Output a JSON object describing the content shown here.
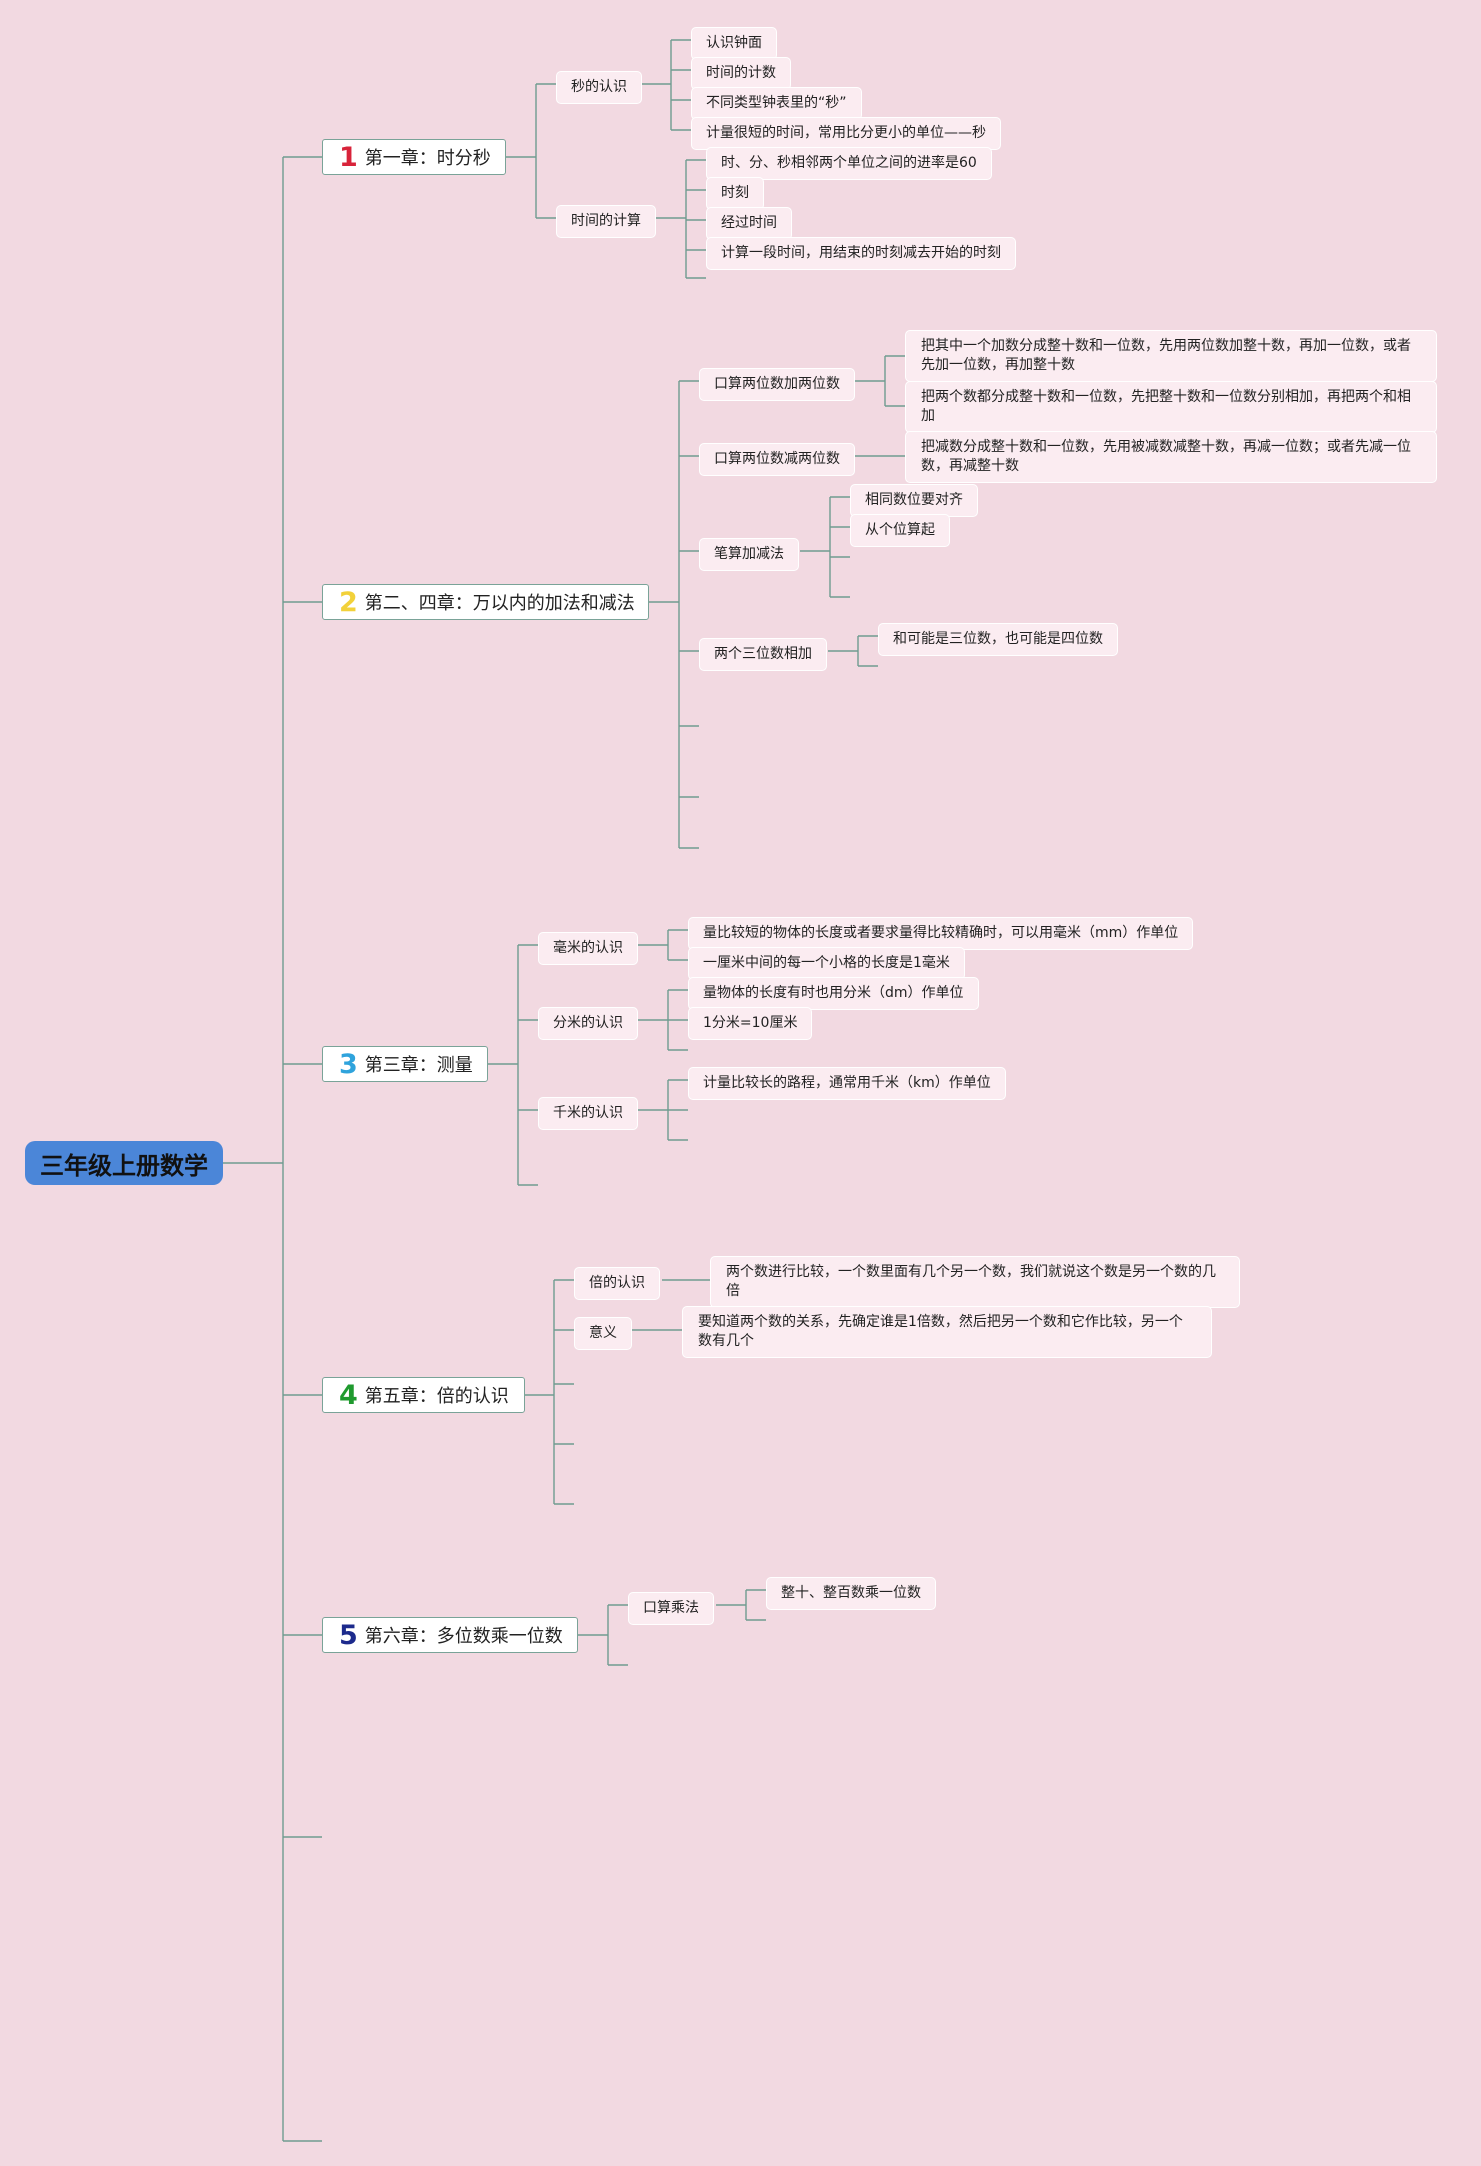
{
  "root": {
    "title": "三年级上册数学"
  },
  "chapters": [
    {
      "num": "1",
      "color": "#d8233a",
      "title": "第一章：时分秒",
      "topics": [
        {
          "label": "秒的认识",
          "points": [
            "认识钟面",
            "时间的计数",
            "不同类型钟表里的“秒”",
            "计量很短的时间，常用比分更小的单位——秒"
          ]
        },
        {
          "label": "时间的计算",
          "points": [
            "时、分、秒相邻两个单位之间的进率是60",
            "时刻",
            "经过时间",
            "计算一段时间，用结束的时刻减去开始的时刻"
          ]
        }
      ]
    },
    {
      "num": "2",
      "color": "#f2d13a",
      "title": "第二、四章：万以内的加法和减法",
      "topics": [
        {
          "label": "口算两位数加两位数",
          "points": [
            "把其中一个加数分成整十数和一位数，先用两位数加整十数，再加一位数，或者先加一位数，再加整十数",
            "把两个数都分成整十数和一位数，先把整十数和一位数分别相加，再把两个和相加"
          ]
        },
        {
          "label": "口算两位数减两位数",
          "points": [
            "把减数分成整十数和一位数，先用被减数减整十数，再减一位数；或者先减一位数，再减整十数"
          ]
        },
        {
          "label": "笔算加减法",
          "points": [
            "相同数位要对齐",
            "从个位算起"
          ]
        },
        {
          "label": "两个三位数相加",
          "points": [
            "和可能是三位数，也可能是四位数"
          ]
        }
      ]
    },
    {
      "num": "3",
      "color": "#2fa3dc",
      "title": "第三章：测量",
      "topics": [
        {
          "label": "毫米的认识",
          "points": [
            "量比较短的物体的长度或者要求量得比较精确时，可以用毫米（mm）作单位",
            "一厘米中间的每一个小格的长度是1毫米"
          ]
        },
        {
          "label": "分米的认识",
          "points": [
            "量物体的长度有时也用分米（dm）作单位",
            "1分米=10厘米"
          ]
        },
        {
          "label": "千米的认识",
          "points": [
            "计量比较长的路程，通常用千米（km）作单位"
          ]
        }
      ]
    },
    {
      "num": "4",
      "color": "#1f9a2e",
      "title": "第五章：倍的认识",
      "topics": [
        {
          "label": "倍的认识",
          "points": [
            "两个数进行比较，一个数里面有几个另一个数，我们就说这个数是另一个数的几倍"
          ]
        },
        {
          "label": "意义",
          "points": [
            "要知道两个数的关系，先确定谁是1倍数，然后把另一个数和它作比较，另一个数有几个"
          ]
        }
      ]
    },
    {
      "num": "5",
      "color": "#1c2a8c",
      "title": "第六章：多位数乘一位数",
      "topics": [
        {
          "label": "口算乘法",
          "points": [
            "整十、整百数乘一位数"
          ]
        }
      ]
    }
  ]
}
